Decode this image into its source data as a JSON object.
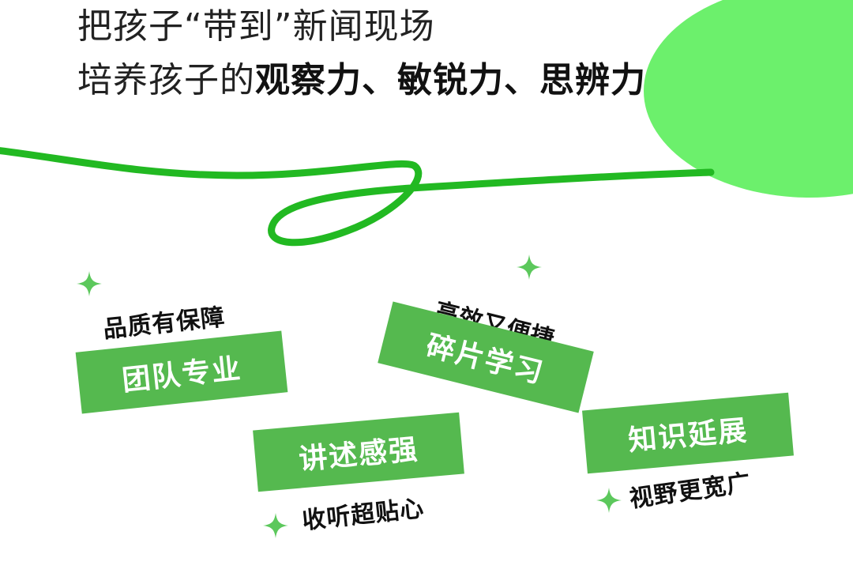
{
  "headline": {
    "line1": "把孩子“带到”新闻现场",
    "line2_regular": "培养孩子的",
    "line2_bold": "观察力、敏锐力、思辨力"
  },
  "features": [
    {
      "tag": "团队专业",
      "caption": "品质有保障"
    },
    {
      "tag": "碎片学习",
      "caption": "高效又便捷"
    },
    {
      "tag": "讲述感强",
      "caption": "收听超贴心"
    },
    {
      "tag": "知识延展",
      "caption": "视野更宽广"
    }
  ],
  "colors": {
    "accent_green": "#55b94f",
    "line_green": "#22b922",
    "blob_green": "#6cf06c",
    "sparkle_green": "#5cc85c"
  },
  "icons": [
    "sparkle-icon"
  ]
}
